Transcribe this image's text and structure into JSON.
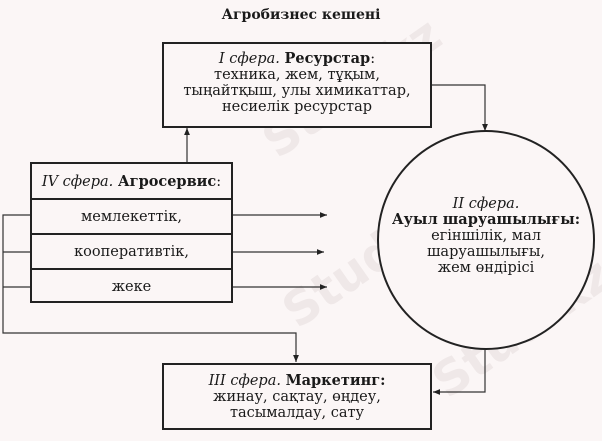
{
  "title": "Агробизнес кешені",
  "sphere1": {
    "label": "I сфера.",
    "name": "Ресурстар",
    "colon": ":",
    "lines": [
      "техника, жем, тұқым,",
      "тыңайтқыш, улы химикаттар,",
      "несиелік ресурстар"
    ]
  },
  "sphere2": {
    "label": "II сфера.",
    "name": "Ауыл шаруашылығы:",
    "lines": [
      "егіншілік, мал",
      "шаруашылығы,",
      "жем өндірісі"
    ]
  },
  "sphere3": {
    "label": "III сфера.",
    "name": "Маркетинг:",
    "lines": [
      "жинау, сақтау, өңдеу,",
      "тасымалдау, сату"
    ]
  },
  "sphere4": {
    "label": "IV сфера.",
    "name": "Агросервис",
    "colon": ":",
    "rows": [
      "мемлекеттік,",
      "кооперативтік,",
      "жеке"
    ]
  },
  "watermark": "Stud.kz"
}
